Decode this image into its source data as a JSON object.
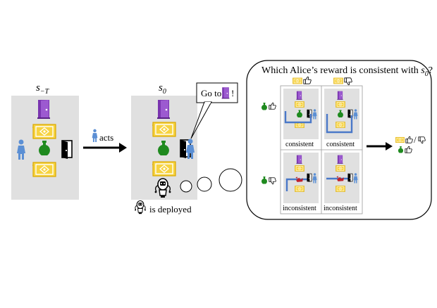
{
  "states": {
    "past": {
      "symbol": "s",
      "subscript": "−T"
    },
    "current": {
      "symbol": "s",
      "subscript": "0"
    }
  },
  "labels": {
    "acts": "acts",
    "speech": "Go to",
    "speech_end": "!",
    "deployed": "is deployed"
  },
  "thought_panel": {
    "question_prefix": "Which Alice’s reward is consistent with",
    "question_symbol": "s",
    "question_subscript": "0",
    "question_suffix": "?",
    "cells": [
      {
        "status": "consistent"
      },
      {
        "status": "consistent"
      },
      {
        "status": "inconsistent"
      },
      {
        "status": "inconsistent"
      }
    ],
    "result_separator": "/"
  },
  "colors": {
    "room": "#e0e0e0",
    "door_purple": "#7a35b0",
    "door_black": "#000000",
    "rug": "#f2c200",
    "vase": "#1f8a1f",
    "person": "#5b8fd4",
    "path": "#4a78c8",
    "broken_vase": "#c0202a"
  }
}
